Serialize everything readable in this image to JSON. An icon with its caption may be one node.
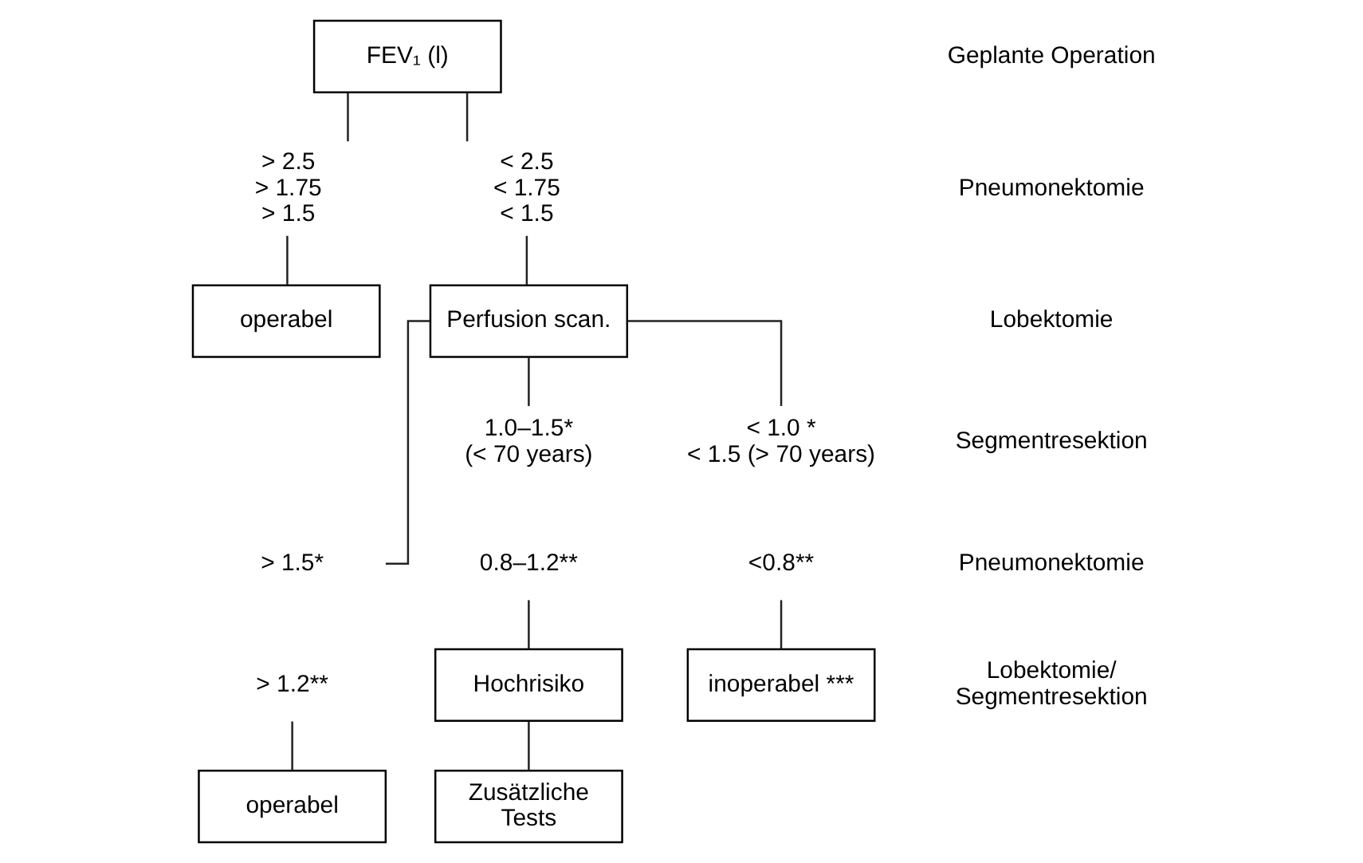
{
  "diagram": {
    "nodes": [
      {
        "text": [
          "FEV₁ (l)"
        ]
      },
      {
        "text": [
          "> 2.5 > 1.75 > 1.5"
        ]
      },
      {
        "text": [
          "< 2.5 < 1.75 < 1.5"
        ]
      },
      {
        "text": [
          "operabel"
        ]
      },
      {
        "text": [
          "Perfusion scan."
        ]
      },
      {
        "text": [
          "> 1.5*"
        ]
      },
      {
        "text": [
          "1.0–1.5* (< 70 years)"
        ]
      },
      {
        "text": [
          "< 1.0 * < 1.5 (> 70 years)"
        ]
      },
      {
        "text": [
          "> 1.2**"
        ]
      },
      {
        "text": [
          "0.8–1.2**"
        ]
      },
      {
        "text": [
          "<0.8**"
        ]
      },
      {
        "text": [
          "operabel"
        ]
      },
      {
        "text": [
          "Hochrisiko"
        ]
      },
      {
        "text": [
          "inoperabel ***"
        ]
      },
      {
        "text": [
          "Zusätzliche Tests"
        ]
      }
    ],
    "edges": [
      {
        "from": 0,
        "to": 1,
        "arrow": "none"
      },
      {
        "from": 0,
        "to": 2,
        "arrow": "none"
      },
      {
        "from": 1,
        "to": 3,
        "arrow": "none"
      },
      {
        "from": 2,
        "to": 4,
        "arrow": "none"
      },
      {
        "from": 4,
        "to": 5,
        "arrow": "none"
      },
      {
        "from": 4,
        "to": 6,
        "arrow": "none"
      },
      {
        "from": 4,
        "to": 7,
        "arrow": "none"
      },
      {
        "from": 8,
        "to": 11,
        "arrow": "none"
      },
      {
        "from": 9,
        "to": 12,
        "arrow": "none"
      },
      {
        "from": 10,
        "to": 13,
        "arrow": "none"
      },
      {
        "from": 12,
        "to": 14,
        "arrow": "none"
      }
    ],
    "labels": [
      "Geplante Operation",
      "Pneumonektomie",
      "Lobektomie",
      "Segmentresektion",
      "Pneumonektomie",
      "Lobektomie/ Segmentresektion"
    ]
  }
}
